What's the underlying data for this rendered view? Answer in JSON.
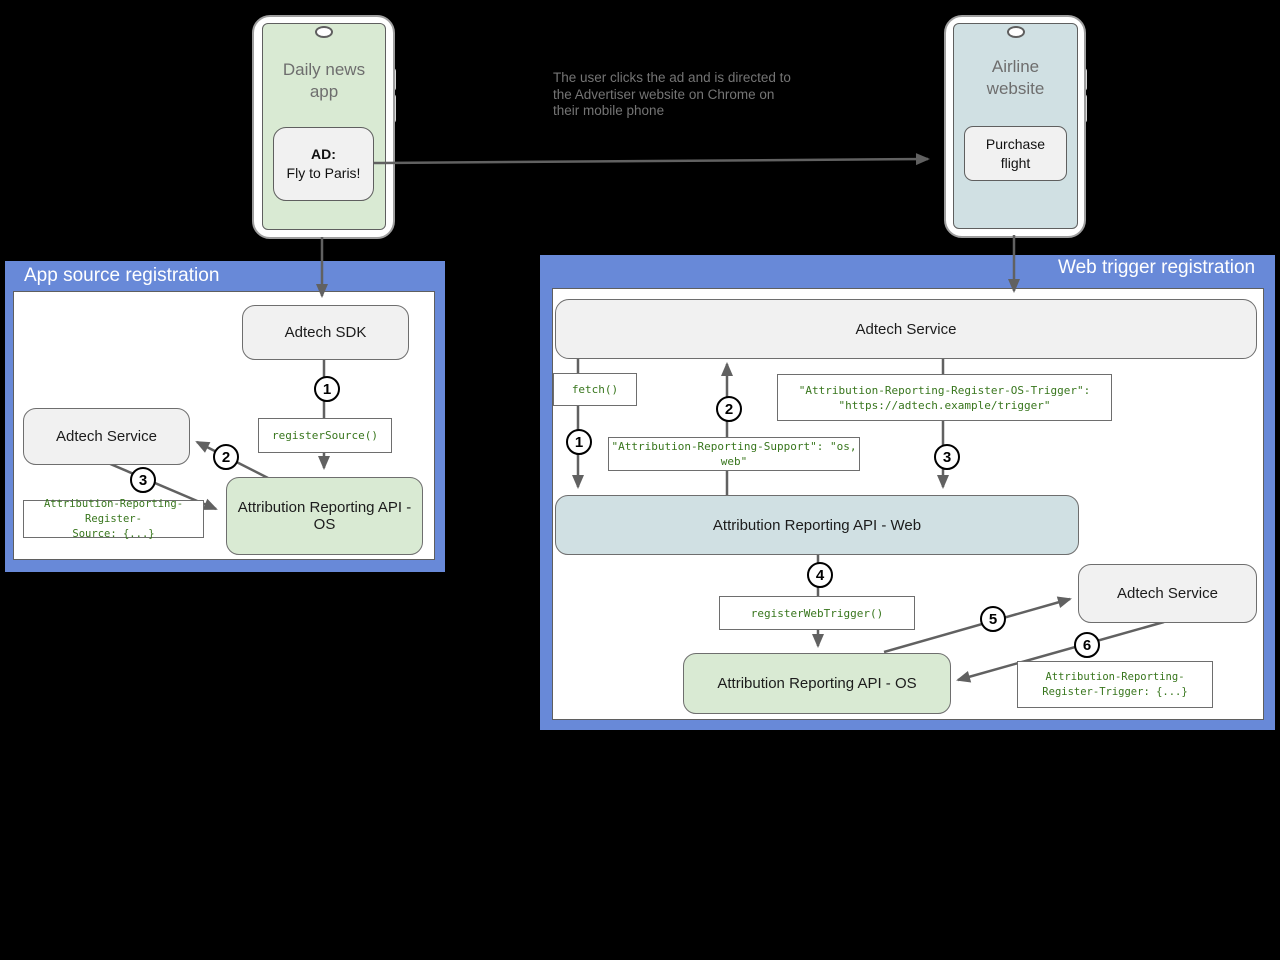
{
  "phones": {
    "news": {
      "title": "Daily news\napp",
      "ad_heading": "AD:",
      "ad_text": "Fly to Paris!"
    },
    "airline": {
      "title": "Airline\nwebsite",
      "button": "Purchase\nflight"
    }
  },
  "caption": "The user clicks the ad and is directed to\nthe Advertiser website on Chrome on\ntheir mobile phone",
  "app_source": {
    "title": "App source registration",
    "adtech_sdk": "Adtech SDK",
    "adtech_service": "Adtech Service",
    "ara_os": "Attribution Reporting API - OS",
    "register_source": "registerSource()",
    "register_source_header": "Attribution-Reporting-Register-\nSource: {...}",
    "steps": [
      "1",
      "2",
      "3"
    ]
  },
  "web_trigger": {
    "title": "Web trigger registration",
    "adtech_service_top": "Adtech Service",
    "adtech_service_right": "Adtech Service",
    "ara_web": "Attribution Reporting API - Web",
    "ara_os": "Attribution Reporting API - OS",
    "fetch_call": "fetch()",
    "support_header": "\"Attribution-Reporting-Support\": \"os, web\"",
    "os_trigger_header": "\"Attribution-Reporting-Register-OS-Trigger\":\n\"https://adtech.example/trigger\"",
    "register_web_trigger": "registerWebTrigger()",
    "register_trigger_header": "Attribution-Reporting-\nRegister-Trigger: {...}",
    "steps": [
      "1",
      "2",
      "3",
      "4",
      "5",
      "6"
    ]
  },
  "colors": {
    "panel_blue": "#6889d8",
    "node_gray": "#f1f1f1",
    "node_green": "#d9ead3",
    "node_cyan": "#d0e0e3",
    "code_text_green": "#38761d",
    "arrow_gray": "#616161",
    "background": "#000000"
  }
}
